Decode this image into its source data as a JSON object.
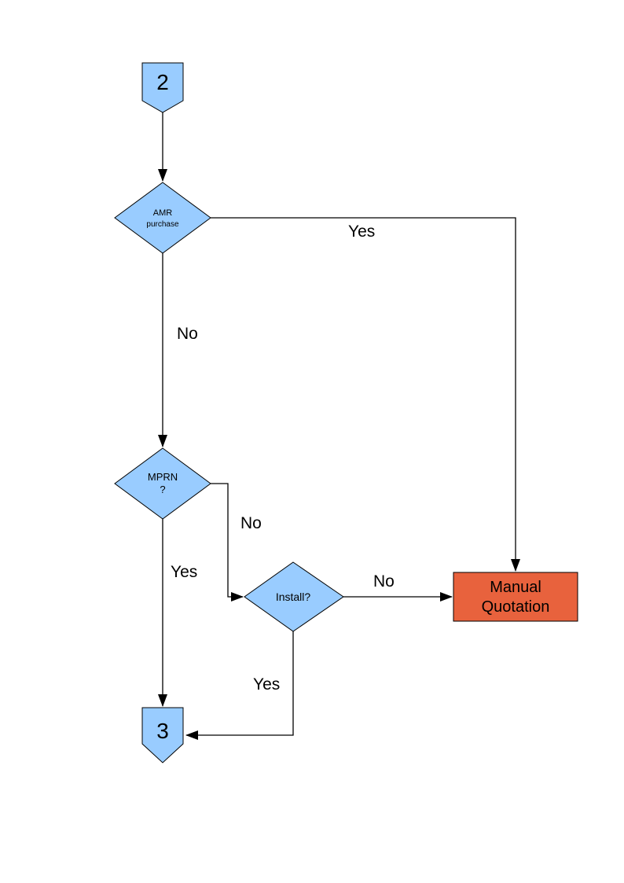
{
  "page": {
    "background": "#ffffff"
  },
  "colors": {
    "shape_fill": "#99CCFF",
    "shape_border": "#000000",
    "process_fill": "#E8623D",
    "connector_line": "#000000",
    "text": "#000000"
  },
  "nodes": {
    "connector_2": {
      "type": "off-page-connector",
      "label": "2"
    },
    "amr_purchase": {
      "type": "decision",
      "line1": "AMR",
      "line2": "purchase"
    },
    "mprn": {
      "type": "decision",
      "line1": "MPRN",
      "line2": "?"
    },
    "install": {
      "type": "decision",
      "label": "Install?"
    },
    "manual_quotation": {
      "type": "process",
      "line1": "Manual",
      "line2": "Quotation"
    },
    "connector_3": {
      "type": "off-page-connector",
      "label": "3"
    }
  },
  "edge_labels": {
    "amr_yes": "Yes",
    "amr_no": "No",
    "mprn_no": "No",
    "mprn_yes": "Yes",
    "install_no": "No",
    "install_yes": "Yes"
  }
}
